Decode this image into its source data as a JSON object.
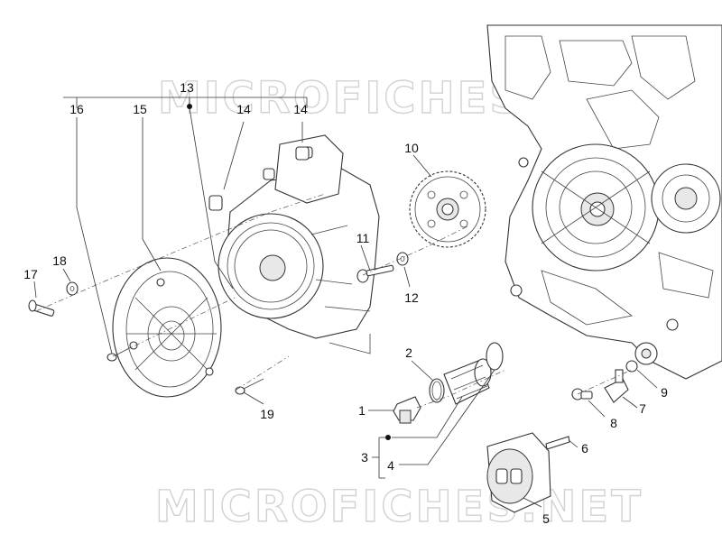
{
  "watermark": {
    "top": "MICROFICHES.NET",
    "bottom": "MICROFICHES.NET"
  },
  "callouts": {
    "c1": "1",
    "c2": "2",
    "c3": "3",
    "c4": "4",
    "c5": "5",
    "c6": "6",
    "c7": "7",
    "c8": "8",
    "c9": "9",
    "c10": "10",
    "c11": "11",
    "c12": "12",
    "c13": "13",
    "c14a": "14",
    "c14b": "14",
    "c15": "15",
    "c16": "16",
    "c17": "17",
    "c18": "18",
    "c19": "19"
  }
}
